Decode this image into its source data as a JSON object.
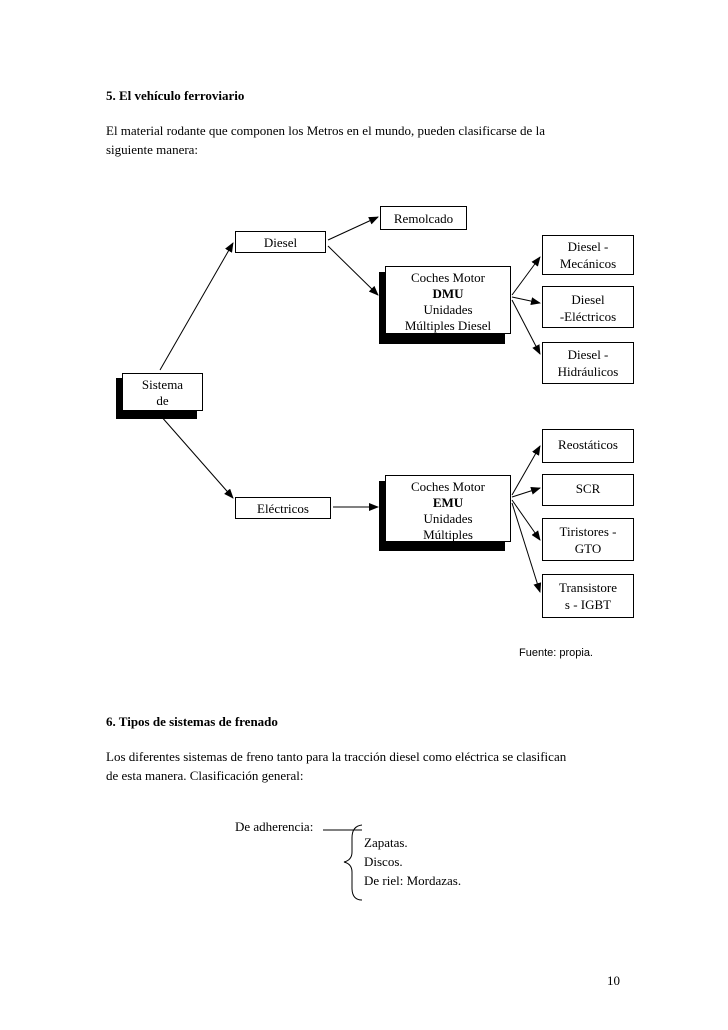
{
  "section5": {
    "heading": "5. El vehículo ferroviario",
    "paragraph_line1": "El material rodante que componen los Metros en el mundo, pueden clasificarse de la",
    "paragraph_line2": "siguiente manera:"
  },
  "diagram": {
    "root": {
      "line1": "Sistema",
      "line2": "de"
    },
    "diesel": "Diesel",
    "electricos": "Eléctricos",
    "remolcado": "Remolcado",
    "dmu": {
      "line1": "Coches Motor",
      "line2": "DMU",
      "line3": "Unidades",
      "line4": "Múltiples Diesel"
    },
    "emu": {
      "line1": "Coches Motor",
      "line2": "EMU",
      "line3": "Unidades",
      "line4": "Múltiples"
    },
    "dmu_types": [
      {
        "line1": "Diesel -",
        "line2": "Mecánicos"
      },
      {
        "line1": "Diesel",
        "line2": "-Eléctricos"
      },
      {
        "line1": "Diesel -",
        "line2": "Hidráulicos"
      }
    ],
    "emu_types": [
      {
        "line1": "Reostáticos",
        "line2": ""
      },
      {
        "line1": "SCR",
        "line2": ""
      },
      {
        "line1": "Tiristores -",
        "line2": "GTO"
      },
      {
        "line1": "Transistore",
        "line2": "s - IGBT"
      }
    ],
    "source": "Fuente: propia."
  },
  "section6": {
    "heading": "6. Tipos de sistemas de frenado",
    "paragraph_line1": "Los diferentes sistemas de freno tanto para la tracción diesel como eléctrica se clasifican",
    "paragraph_line2": "de esta manera. Clasificación general:",
    "adherencia_label": "De adherencia:",
    "items": [
      "Zapatas.",
      "Discos.",
      "De riel: Mordazas."
    ]
  },
  "page_number": "10"
}
